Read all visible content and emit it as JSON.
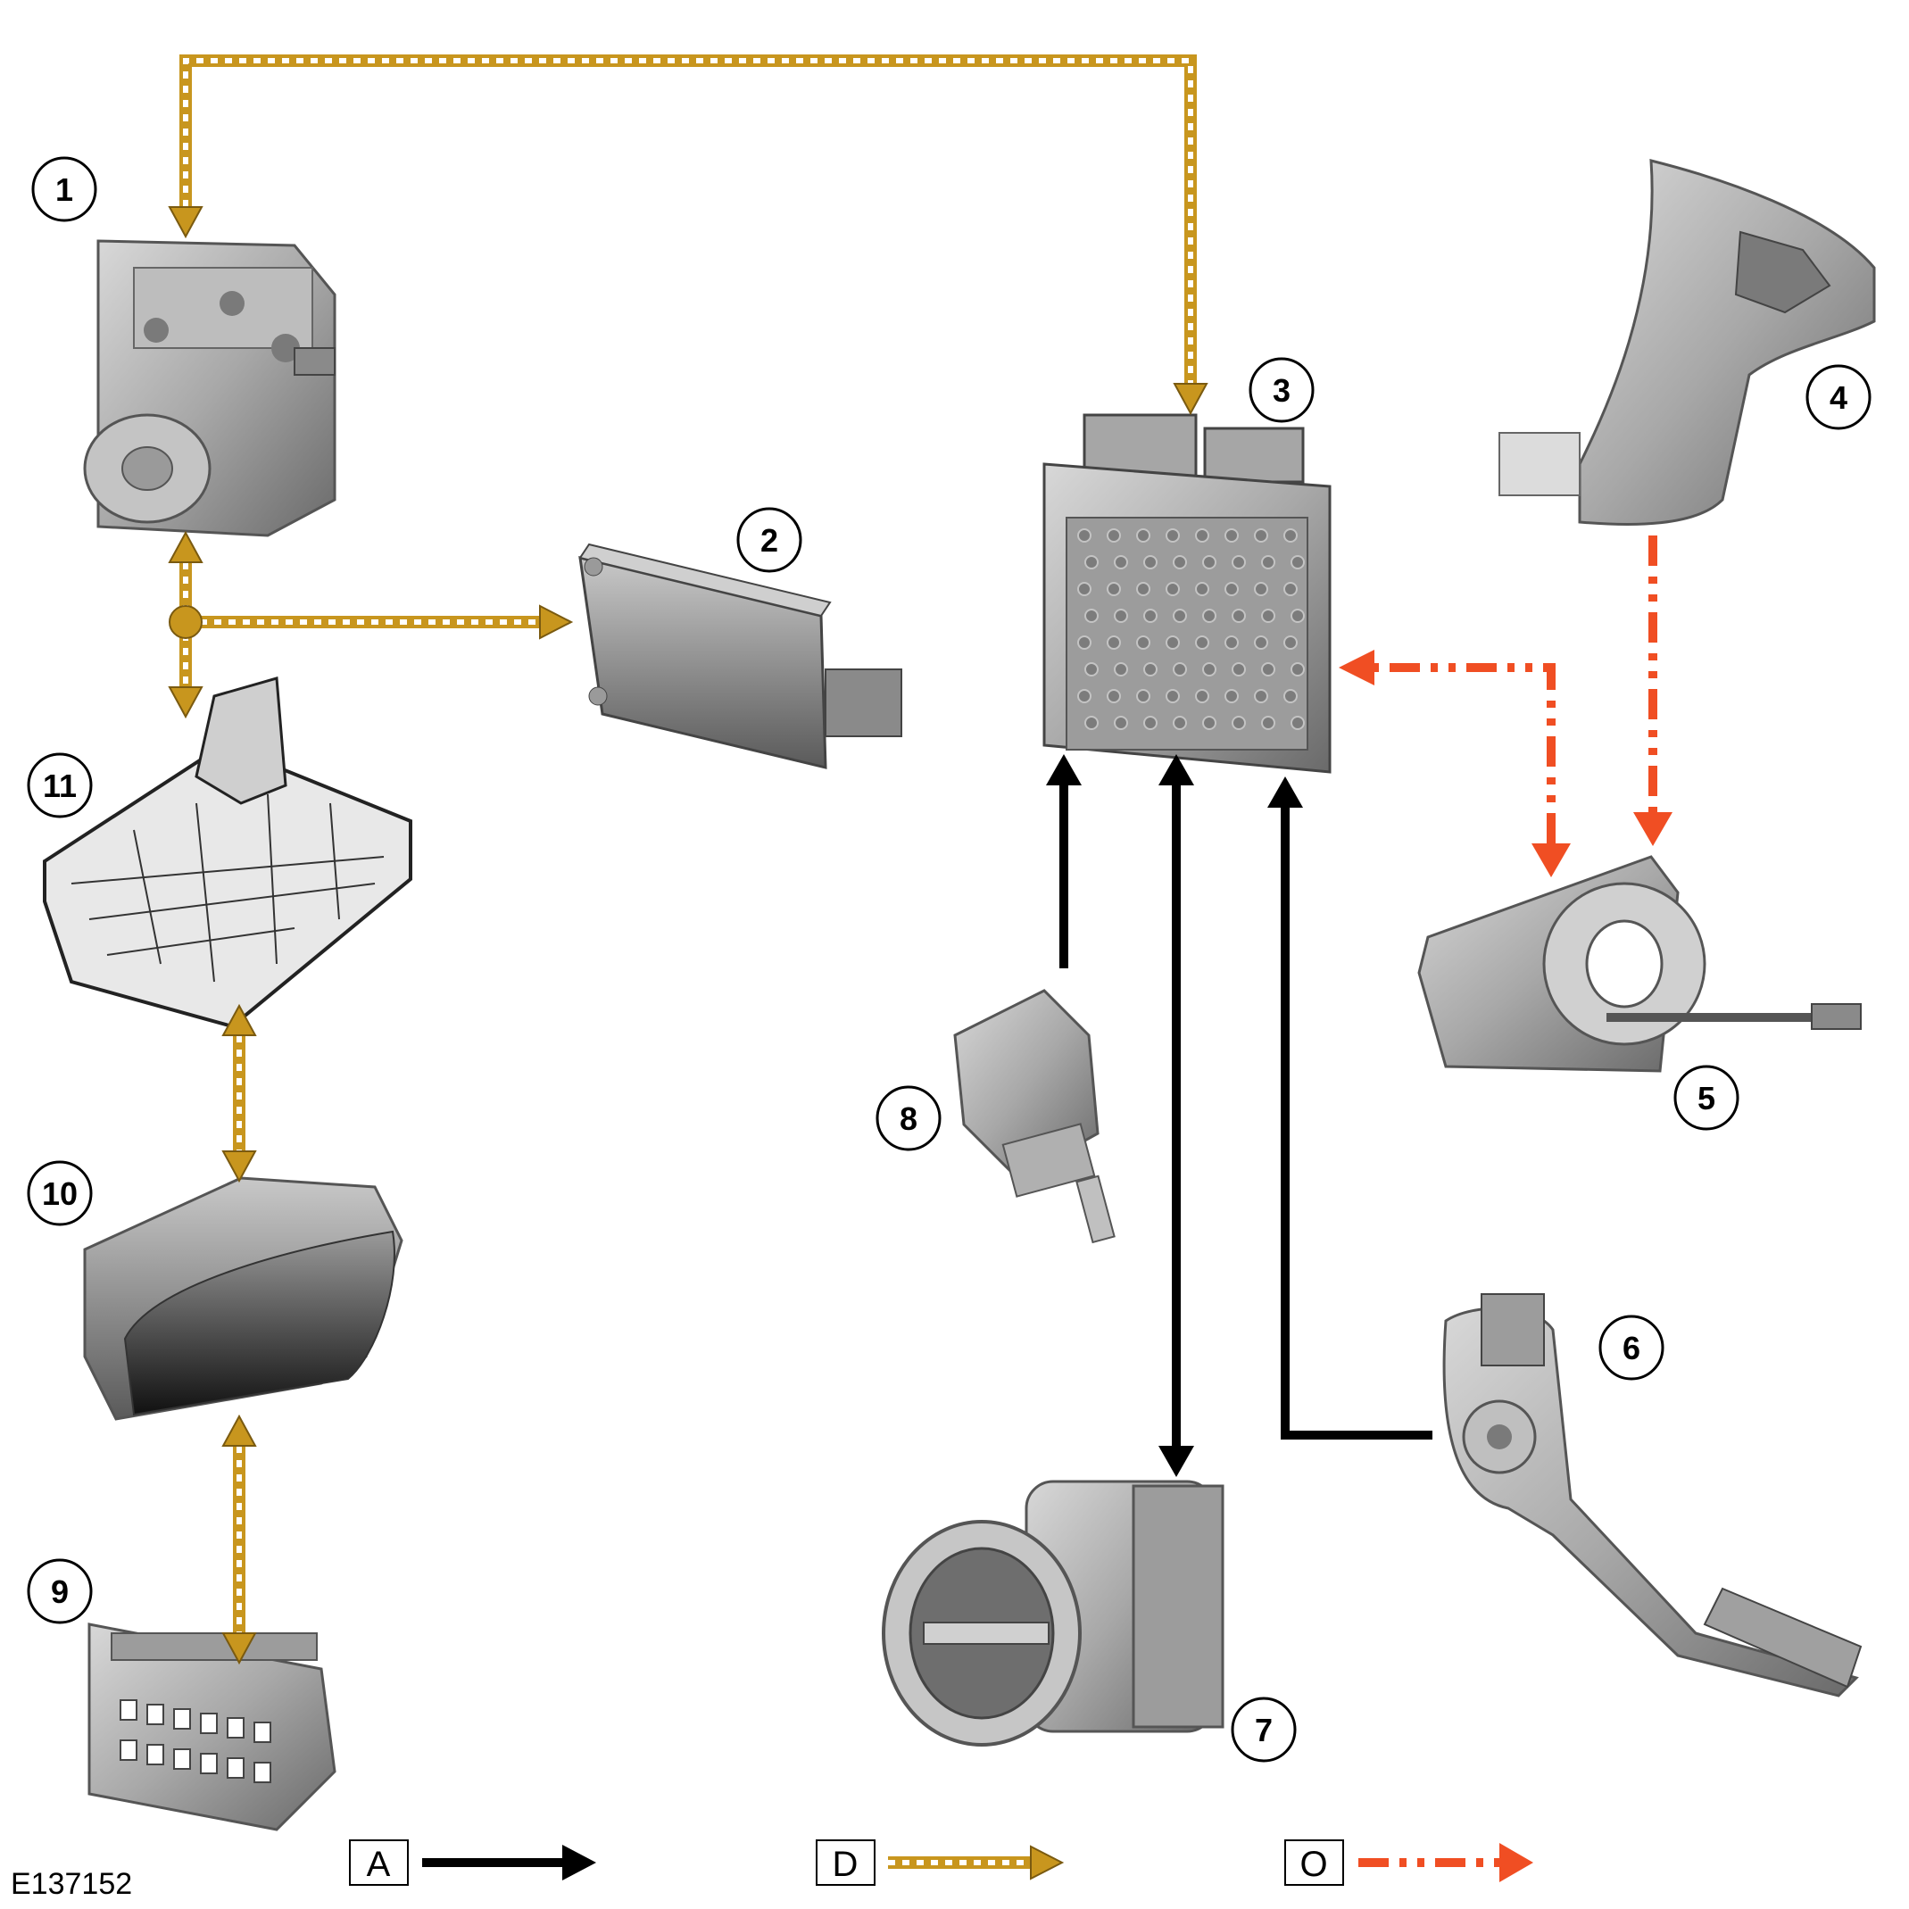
{
  "callouts": [
    {
      "id": "1",
      "label": "1"
    },
    {
      "id": "2",
      "label": "2"
    },
    {
      "id": "3",
      "label": "3"
    },
    {
      "id": "4",
      "label": "4"
    },
    {
      "id": "5",
      "label": "5"
    },
    {
      "id": "6",
      "label": "6"
    },
    {
      "id": "7",
      "label": "7"
    },
    {
      "id": "8",
      "label": "8"
    },
    {
      "id": "9",
      "label": "9"
    },
    {
      "id": "10",
      "label": "10"
    },
    {
      "id": "11",
      "label": "11"
    }
  ],
  "legend": [
    {
      "key": "A",
      "line_style": "solid",
      "color": "#000000"
    },
    {
      "key": "D",
      "line_style": "dashed-gold",
      "color": "#b8860b"
    },
    {
      "key": "O",
      "line_style": "dash-dot",
      "color": "#f04e23"
    }
  ],
  "reference_code": "E137152",
  "colors": {
    "gold": "#c8961e",
    "gold_dash": "#ffffff",
    "orange": "#f04e23",
    "black": "#000000",
    "part_fill": "#a9a9a9",
    "part_dark": "#6e6e6e"
  }
}
